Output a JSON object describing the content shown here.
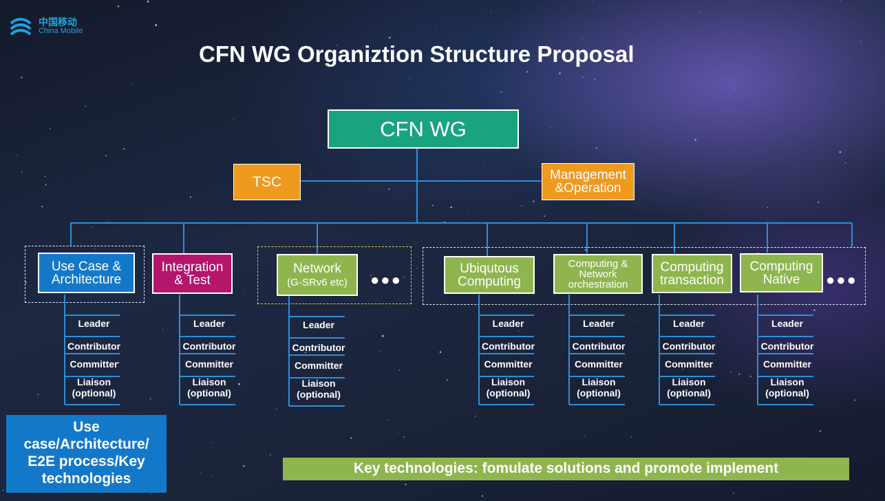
{
  "brand": {
    "name_cn": "中国移动",
    "name_en": "China Mobile"
  },
  "title": "CFN WG Organiztion Structure Proposal",
  "top": "CFN WG",
  "tsc": "TSC",
  "management": [
    "Management",
    "&Operation"
  ],
  "groups": [
    {
      "name": [
        "Use Case &",
        "Architecture"
      ]
    },
    {
      "name": [
        "Integration",
        "& Test"
      ]
    },
    {
      "name": [
        "Network"
      ],
      "subtitle": "(G-SRv6 etc)"
    },
    {
      "name": [
        "Ubiqutous",
        "Computing"
      ]
    },
    {
      "name": [
        "Computing &",
        "Network",
        "orchestration"
      ]
    },
    {
      "name": [
        "Computing",
        "transaction"
      ]
    },
    {
      "name": [
        "Computing",
        "Native"
      ]
    }
  ],
  "more_indicator": "●●●",
  "roles": {
    "leader": "Leader",
    "contributor": "Contributor",
    "committer": "Committer",
    "liaison": "Liaison",
    "optional": "(optional)"
  },
  "summary_box": [
    "Use",
    "case/Architecture/",
    "E2E process/Key",
    "technologies"
  ],
  "key_technologies": "Key technologies: fomulate solutions and promote implement",
  "colors": {
    "green": "#8fb54f",
    "teal": "#1aa37f",
    "orange": "#ee9a1f",
    "blue": "#1478c9",
    "magenta": "#b3166b",
    "connector": "#2f8fd8"
  }
}
